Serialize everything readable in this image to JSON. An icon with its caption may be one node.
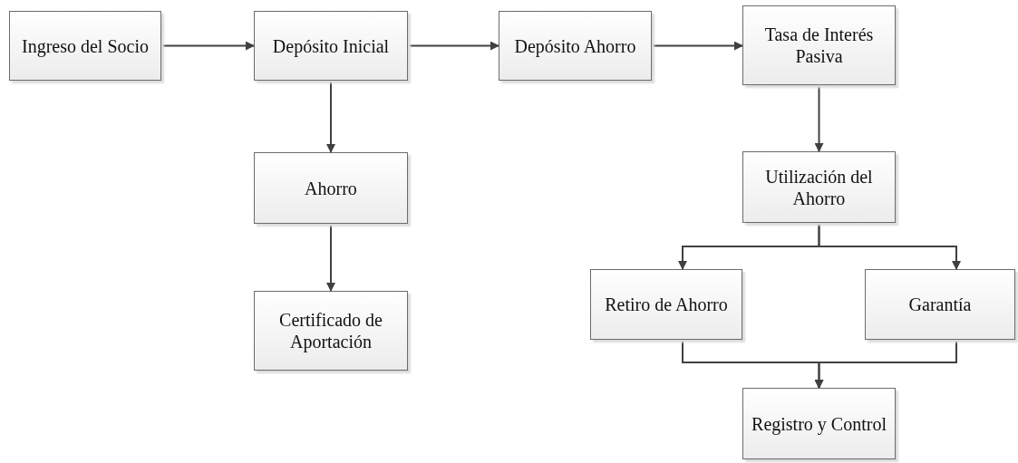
{
  "diagram": {
    "nodes": [
      {
        "text": [
          "Ingreso del Socio"
        ]
      },
      {
        "text": [
          "Depósito Inicial"
        ]
      },
      {
        "text": [
          "Ahorro"
        ]
      },
      {
        "text": [
          "Certificado de Aportación"
        ]
      },
      {
        "text": [
          "Depósito Ahorro"
        ]
      },
      {
        "text": [
          "Tasa de Interés Pasiva"
        ]
      },
      {
        "text": [
          "Utilización del Ahorro"
        ]
      },
      {
        "text": [
          "Retiro de Ahorro"
        ]
      },
      {
        "text": [
          "Garantía"
        ]
      },
      {
        "text": [
          "Registro y Control"
        ]
      }
    ],
    "edges": [
      {
        "from": 0,
        "to": 1,
        "arrow": "to"
      },
      {
        "from": 1,
        "to": 4,
        "arrow": "to"
      },
      {
        "from": 1,
        "to": 2,
        "arrow": "to"
      },
      {
        "from": 2,
        "to": 3,
        "arrow": "to"
      },
      {
        "from": 4,
        "to": 5,
        "arrow": "to"
      },
      {
        "from": 5,
        "to": 6,
        "arrow": "to"
      },
      {
        "from": 6,
        "to": 7,
        "arrow": "to"
      },
      {
        "from": 6,
        "to": 8,
        "arrow": "to"
      },
      {
        "from": 7,
        "to": 9,
        "arrow": "to"
      },
      {
        "from": 8,
        "to": 9,
        "arrow": "to"
      }
    ]
  }
}
